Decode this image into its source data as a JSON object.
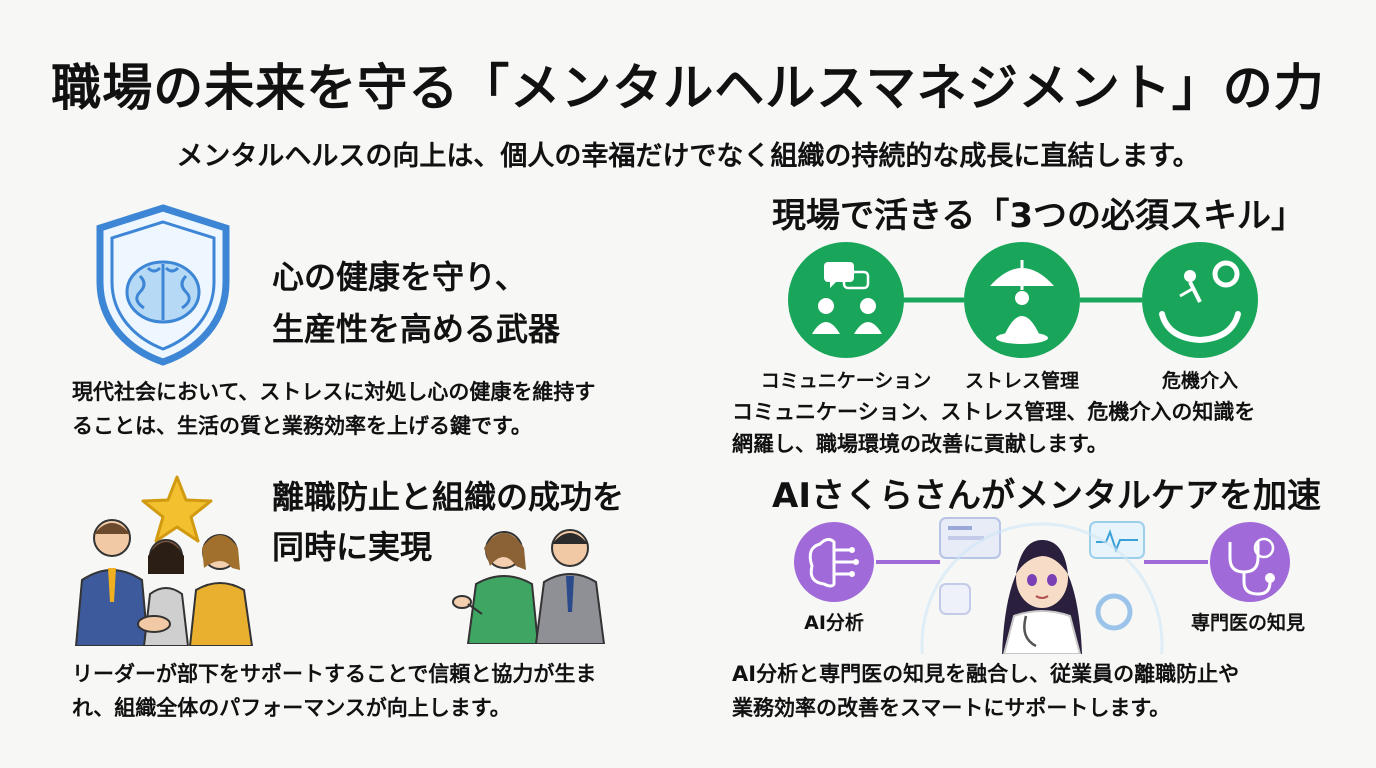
{
  "header": {
    "title": "職場の未来を守る「メンタルヘルスマネジメント」の力",
    "subtitle": "メンタルヘルスの向上は、個人の幸福だけでなく組織の持続的な成長に直結します。"
  },
  "sections": {
    "health": {
      "heading_line1": "心の健康を守り、",
      "heading_line2": "生産性を高める武器",
      "body_line1": "現代社会において、ストレスに対処し心の健康を維持す",
      "body_line2": "ることは、生活の質と業務効率を上げる鍵です。"
    },
    "retention": {
      "heading_line1": "離職防止と組織の成功を",
      "heading_line2": "同時に実現",
      "body_line1": "リーダーが部下をサポートすることで信頼と協力が生ま",
      "body_line2": "れ、組織全体のパフォーマンスが向上します。"
    },
    "skills": {
      "heading": "現場で活きる「3つの必須スキル」",
      "items": [
        {
          "label": "コミュニケーション",
          "icon": "chat-icon"
        },
        {
          "label": "ストレス管理",
          "icon": "umbrella-meditation-icon"
        },
        {
          "label": "危機介入",
          "icon": "rescue-hands-icon"
        }
      ],
      "body_line1": "コミュニケーション、ストレス管理、危機介入の知識を",
      "body_line2": "網羅し、職場環境の改善に貢献します。"
    },
    "ai": {
      "heading": "AIさくらさんがメンタルケアを加速",
      "left_label": "AI分析",
      "right_label": "専門医の知見",
      "body_line1": "AI分析と専門医の知見を融合し、従業員の離職防止や",
      "body_line2": "業務効率の改善をスマートにサポートします。"
    }
  },
  "colors": {
    "green": "#1aa65a",
    "purple": "#a06ad8",
    "shield_blue": "#3d86d6",
    "star_gold": "#f3c030"
  }
}
